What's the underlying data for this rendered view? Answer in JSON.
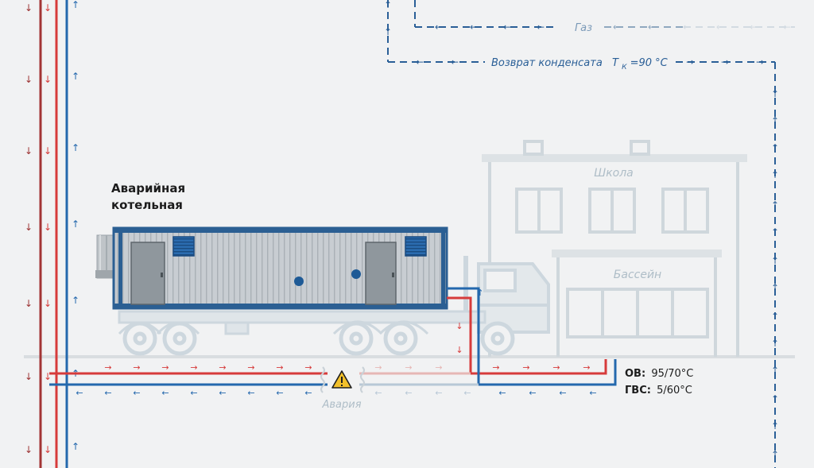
{
  "labels": {
    "gas": "Газ",
    "condensate_return": "Возврат конденсата",
    "condensate_temp_symbol": "T",
    "condensate_temp_sub": "К",
    "condensate_temp_value": "=90 °С",
    "school": "Школа",
    "pool": "Бассейн",
    "boiler_line1": "Аварийная",
    "boiler_line2": "котельная",
    "accident": "Авария",
    "ov_label": "ОВ:",
    "ov_value": "95/70°С",
    "gvs_label": "ГВС:",
    "gvs_value": "5/60°С"
  },
  "colors": {
    "background": "#f1f2f3",
    "supply_red": "#d63b3b",
    "dark_red": "#9c3232",
    "return_blue": "#2468ad",
    "dashed_blue": "#2a5f97",
    "faded_blue": "#b8c8d6",
    "faded_red": "#e6b7b5",
    "ghost_building": "#cfd7dc",
    "ghost_text": "#aebdc7",
    "container": "#c7cdd2",
    "container_frame": "#2b5f93",
    "warning_yellow": "#f3c12b"
  }
}
